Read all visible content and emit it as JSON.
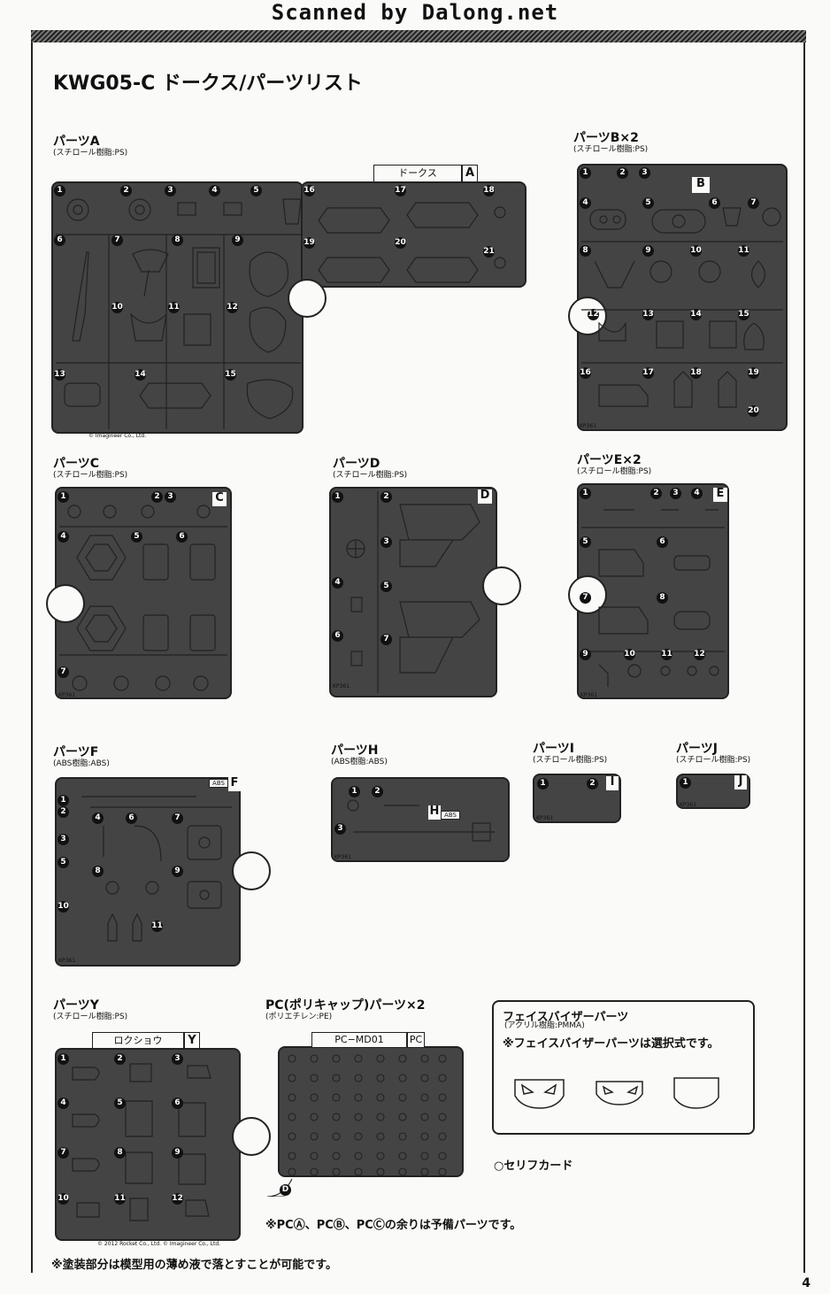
{
  "scan_banner": "Scanned by Dalong.net",
  "page_title": "KWG05-C ドークス/パーツリスト",
  "groups": {
    "A": {
      "title": "パーツA",
      "material": "(スチロール樹脂:PS)",
      "tag_name": "ドークス",
      "letter": "A",
      "count": 21,
      "copyright": "© Imagineer Co., Ltd."
    },
    "B": {
      "title": "パーツB×2",
      "material": "(スチロール樹脂:PS)",
      "letter": "B",
      "count": 20,
      "code": "KP361"
    },
    "C": {
      "title": "パーツC",
      "material": "(スチロール樹脂:PS)",
      "letter": "C",
      "count": 7,
      "code": "KP361"
    },
    "D": {
      "title": "パーツD",
      "material": "(スチロール樹脂:PS)",
      "letter": "D",
      "count": 7,
      "code": "KP361"
    },
    "E": {
      "title": "パーツE×2",
      "material": "(スチロール樹脂:PS)",
      "letter": "E",
      "count": 12,
      "code": "KP361"
    },
    "F": {
      "title": "パーツF",
      "material": "(ABS樹脂:ABS)",
      "letter": "F",
      "tag_mat": "ABS",
      "count": 11,
      "code": "KP361"
    },
    "H": {
      "title": "パーツH",
      "material": "(ABS樹脂:ABS)",
      "letter": "H",
      "tag_mat": "ABS",
      "count": 3,
      "code": "KP361"
    },
    "I": {
      "title": "パーツI",
      "material": "(スチロール樹脂:PS)",
      "letter": "I",
      "count": 2,
      "code": "KP361"
    },
    "J": {
      "title": "パーツJ",
      "material": "(スチロール樹脂:PS)",
      "letter": "J",
      "count": 1,
      "code": "KP361"
    },
    "Y": {
      "title": "パーツY",
      "material": "(スチロール樹脂:PS)",
      "tag_name": "ロクショウ",
      "letter": "Y",
      "count": 12,
      "copyright": "© 2012 Rocket Co., Ltd.  © Imagineer Co., Ltd."
    },
    "PC": {
      "title": "PC(ポリキャップ)パーツ×2",
      "material": "(ポリエチレン:PE)",
      "tag_name": "PC−MD01",
      "letter": "PC"
    }
  },
  "visor": {
    "title": "フェイスバイザーパーツ",
    "material": "(アクリル樹脂:PMMA)",
    "note": "※フェイスバイザーパーツは選択式です。"
  },
  "serif_card": "○セリフカード",
  "pc_note": "※PCⒶ、PCⒷ、PCⒸの余りは予備パーツです。",
  "paint_note": "※塗装部分は模型用の薄め液で落とすことが可能です。",
  "page_number": "4"
}
